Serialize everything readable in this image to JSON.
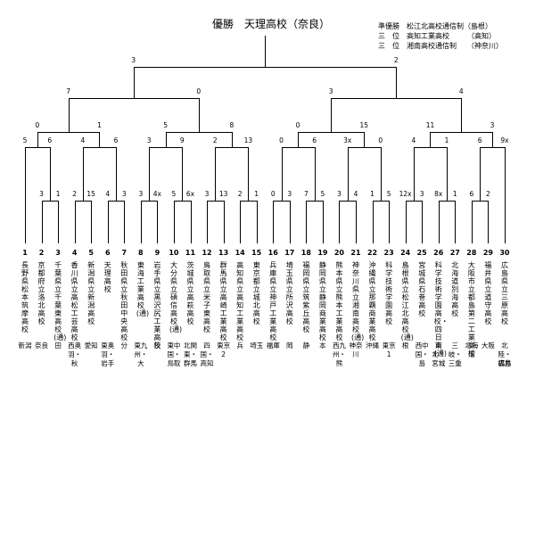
{
  "title": "優勝　天理高校（奈良）",
  "placings": [
    "準優勝　松江北高校通信制（島根）",
    "三　位　高知工業高校　　　（高知）",
    "三　位　湘南高校通信制　　（神奈川）"
  ],
  "teams": [
    {
      "num": "1",
      "school": "長野県松本筑摩高校",
      "region": "新潟"
    },
    {
      "num": "2",
      "school": "京都府立洛北高校",
      "region": "奈良"
    },
    {
      "num": "3",
      "school": "千葉県立千葉東高校(通)",
      "region": "田"
    },
    {
      "num": "4",
      "school": "香川県立高松工芸高校",
      "region": "西奥羽・秋"
    },
    {
      "num": "5",
      "school": "新潟県立新潟高校",
      "region": "愛知"
    },
    {
      "num": "6",
      "school": "天理高校",
      "region": "東奥羽・岩手"
    },
    {
      "num": "7",
      "school": "秋田県立秋田中央高校",
      "region": "分"
    },
    {
      "num": "8",
      "school": "東海工業高校(通)",
      "region": "東九州・大"
    },
    {
      "num": "9",
      "school": "岩手県立黒沢尻工業高校",
      "region": "茨"
    },
    {
      "num": "10",
      "school": "大分県立碩信高校(通)",
      "region": "東中国・鳥取"
    },
    {
      "num": "11",
      "school": "茨城県立高萩高校",
      "region": "北関東・群馬"
    },
    {
      "num": "12",
      "school": "鳥取県立米子東高校",
      "region": "四国・高知"
    },
    {
      "num": "13",
      "school": "群馬県立高崎工業高校",
      "region": "東京2"
    },
    {
      "num": "14",
      "school": "高知県立高知工業高校",
      "region": "兵"
    },
    {
      "num": "15",
      "school": "東京都立城北高校",
      "region": "埼玉"
    },
    {
      "num": "16",
      "school": "兵庫県立神戸工業高校",
      "region": "福庫"
    },
    {
      "num": "17",
      "school": "埼玉県立所沢高校",
      "region": "岡"
    },
    {
      "num": "18",
      "school": "福岡県立筑紫丘高校",
      "region": "静"
    },
    {
      "num": "19",
      "school": "静岡県立静岡商業高校",
      "region": "本"
    },
    {
      "num": "20",
      "school": "熊本県立熊本工業高校",
      "region": "西九州・熊"
    },
    {
      "num": "21",
      "school": "神奈川県立湘南高校(通)",
      "region": "神奈川"
    },
    {
      "num": "22",
      "school": "沖縄県立那覇商業高校",
      "region": "沖縄"
    },
    {
      "num": "23",
      "school": "科学技術学園高校",
      "region": "東京1"
    },
    {
      "num": "24",
      "school": "島根県立松江北高校(通)",
      "region": "根"
    },
    {
      "num": "25",
      "school": "宮城県石巻高校",
      "region": "西中国・島"
    },
    {
      "num": "26",
      "school": "科学技術学園高校・四日市(通)",
      "region": "東北・宮城"
    },
    {
      "num": "27",
      "school": "北海道別海高校",
      "region": "三岐・三重"
    },
    {
      "num": "28",
      "school": "大阪市立都島第二工業高校",
      "region": "北海道"
    },
    {
      "num": "29",
      "school": "福井県立道守高校",
      "region": "大阪"
    },
    {
      "num": "30",
      "school": "広島県立三原高校",
      "region": "北陸・福井"
    }
  ],
  "scores": [
    "3",
    "2",
    "7",
    "0",
    "3",
    "4",
    "0",
    "1",
    "5",
    "8",
    "0",
    "15",
    "11",
    "3",
    "5",
    "6",
    "4",
    "6",
    "3",
    "9",
    "2",
    "13",
    "0",
    "6",
    "3x",
    "0",
    "4",
    "1",
    "6",
    "9x",
    "3",
    "1",
    "2",
    "15",
    "4",
    "3",
    "3",
    "4x",
    "5",
    "6x",
    "3",
    "13",
    "2",
    "1",
    "0",
    "3",
    "7",
    "5",
    "3",
    "4",
    "1",
    "5",
    "12x",
    "3",
    "8x",
    "1",
    "6",
    "2"
  ],
  "extra_region": "広島"
}
